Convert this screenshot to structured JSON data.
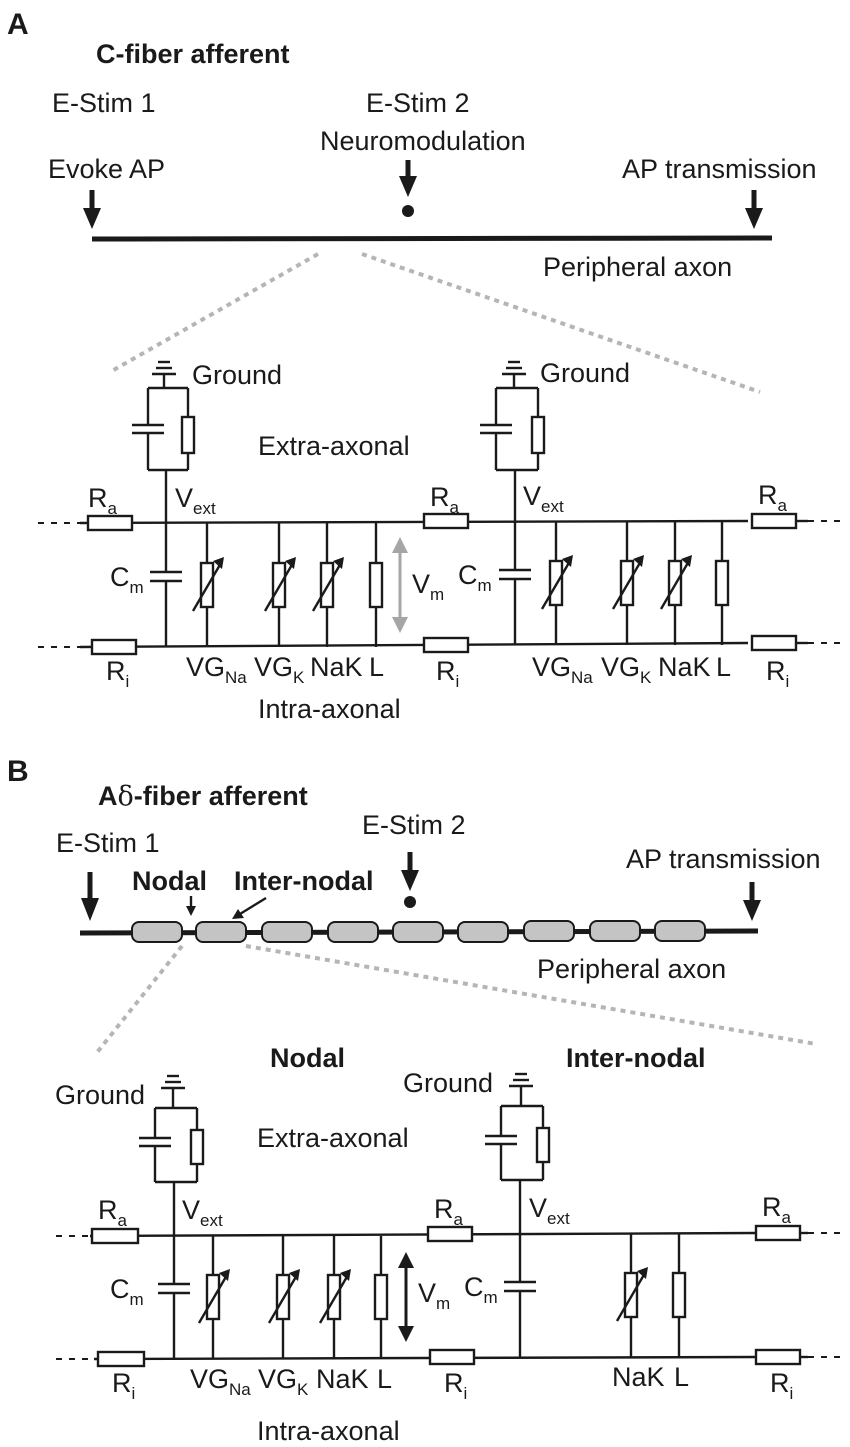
{
  "panel_a": {
    "letter": "A",
    "title": "C-fiber afferent",
    "stim1": "E-Stim 1",
    "evoke": "Evoke AP",
    "stim2": "E-Stim 2",
    "neuromod": "Neuromodulation",
    "ap_transmission": "AP transmission",
    "peripheral_axon": "Peripheral axon",
    "ground": "Ground",
    "extra_axonal": "Extra-axonal",
    "intra_axonal": "Intra-axonal",
    "ra": {
      "main": "R",
      "sub": "a"
    },
    "ri": {
      "main": "R",
      "sub": "i"
    },
    "vext": {
      "main": "V",
      "sub": "ext"
    },
    "cm": {
      "main": "C",
      "sub": "m"
    },
    "vm": {
      "main": "V",
      "sub": "m"
    },
    "vgna": {
      "main": "VG",
      "sub": "Na"
    },
    "vgk": {
      "main": "VG",
      "sub": "K"
    },
    "nak": "NaK",
    "leak": "L"
  },
  "panel_b": {
    "letter": "B",
    "title_prefix": "A",
    "title_delta": "δ",
    "title_suffix": "-fiber afferent",
    "stim1": "E-Stim 1",
    "nodal": "Nodal",
    "internodal": "Inter-nodal",
    "stim2": "E-Stim 2",
    "ap_transmission": "AP transmission",
    "peripheral_axon": "Peripheral axon",
    "nodal_header": "Nodal",
    "internodal_header": "Inter-nodal",
    "ground": "Ground",
    "extra_axonal": "Extra-axonal",
    "intra_axonal": "Intra-axonal",
    "ra": {
      "main": "R",
      "sub": "a"
    },
    "ri": {
      "main": "R",
      "sub": "i"
    },
    "vext": {
      "main": "V",
      "sub": "ext"
    },
    "cm": {
      "main": "C",
      "sub": "m"
    },
    "vm": {
      "main": "V",
      "sub": "m"
    },
    "vgna": {
      "main": "VG",
      "sub": "Na"
    },
    "vgk": {
      "main": "VG",
      "sub": "K"
    },
    "nak": "NaK",
    "leak": "L"
  },
  "colors": {
    "line": "#1a1a1a",
    "vm_arrow_a": "#a6a6a6",
    "vm_arrow_b": "#1a1a1a",
    "myelin": "#c4c4c4",
    "zoom_dots": "#b5b5b5"
  }
}
